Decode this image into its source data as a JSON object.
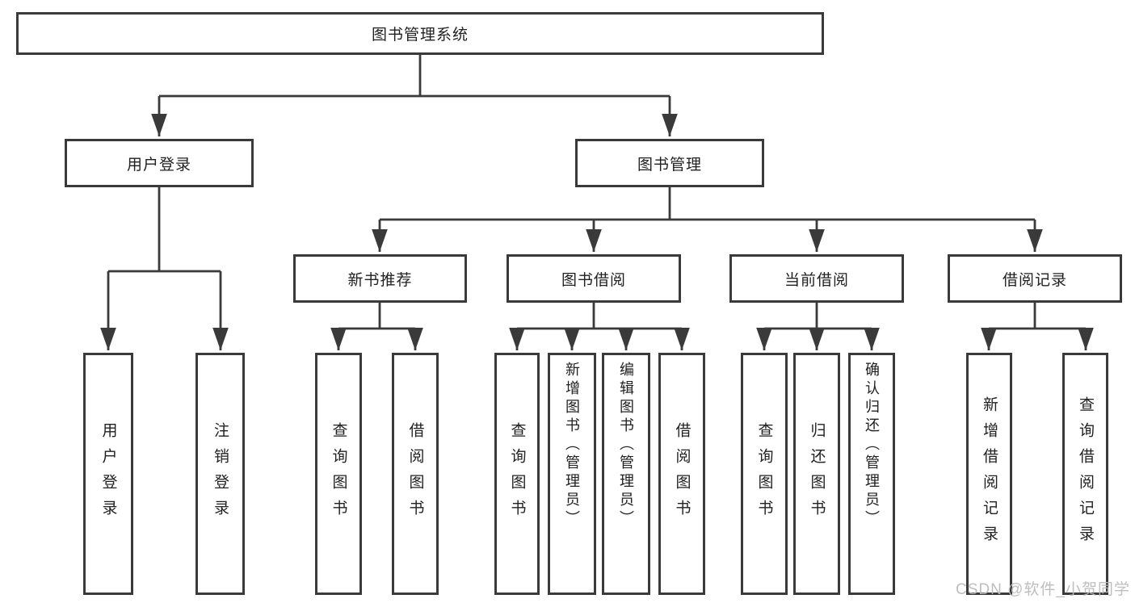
{
  "diagram": {
    "root": {
      "label": "图书管理系统"
    },
    "branches": [
      {
        "label": "用户登录",
        "children": [
          {
            "label": "用户登录"
          },
          {
            "label": "注销登录"
          }
        ]
      },
      {
        "label": "图书管理",
        "children": [
          {
            "label": "新书推荐",
            "children": [
              {
                "label": "查询图书"
              },
              {
                "label": "借阅图书"
              }
            ]
          },
          {
            "label": "图书借阅",
            "children": [
              {
                "label": "查询图书"
              },
              {
                "label": "新增图书（管理员）"
              },
              {
                "label": "编辑图书（管理员）"
              },
              {
                "label": "借阅图书"
              }
            ]
          },
          {
            "label": "当前借阅",
            "children": [
              {
                "label": "查询图书"
              },
              {
                "label": "归还图书"
              },
              {
                "label": "确认归还（管理员）"
              }
            ]
          },
          {
            "label": "借阅记录",
            "children": [
              {
                "label": "新增借阅记录"
              },
              {
                "label": "查询借阅记录"
              }
            ]
          }
        ]
      }
    ]
  },
  "watermark": "CSDN @软件_小贺同学",
  "colors": {
    "line": "#3a3a3a",
    "text": "#212121",
    "watermark": "#bababa",
    "background": "#ffffff"
  }
}
